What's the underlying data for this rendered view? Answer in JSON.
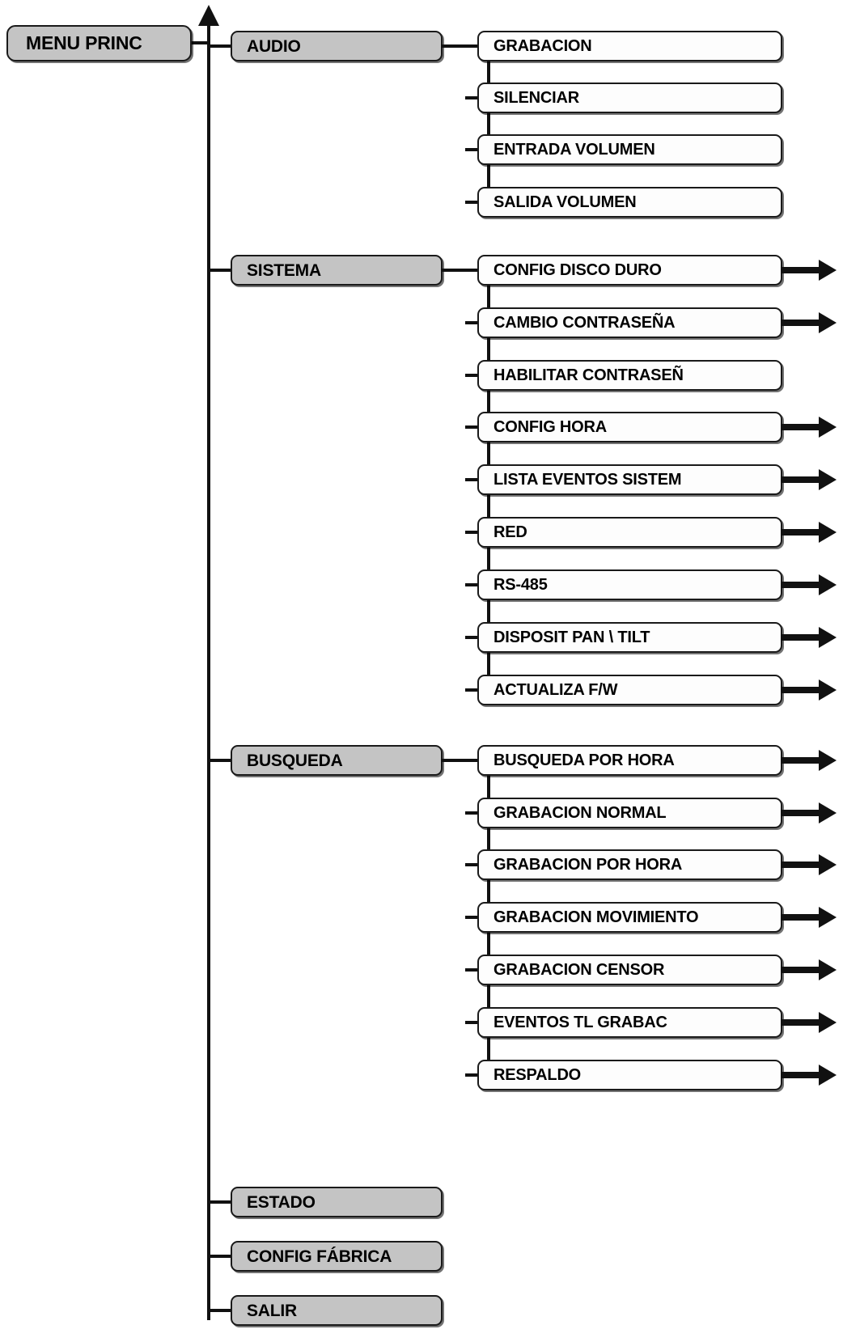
{
  "diagram": {
    "title": "MENU PRINC",
    "root": {
      "label": "MENU PRINC"
    },
    "sections": [
      {
        "label": "AUDIO",
        "items": [
          {
            "label": "GRABACION",
            "arrow": false
          },
          {
            "label": "SILENCIAR",
            "arrow": false
          },
          {
            "label": "ENTRADA VOLUMEN",
            "arrow": false
          },
          {
            "label": "SALIDA VOLUMEN",
            "arrow": false
          }
        ]
      },
      {
        "label": "SISTEMA",
        "items": [
          {
            "label": "CONFIG DISCO DURO",
            "arrow": true
          },
          {
            "label": "CAMBIO CONTRASEÑA",
            "arrow": true
          },
          {
            "label": "HABILITAR CONTRASEÑ",
            "arrow": false
          },
          {
            "label": "CONFIG HORA",
            "arrow": true
          },
          {
            "label": "LISTA EVENTOS SISTEM",
            "arrow": true
          },
          {
            "label": "RED",
            "arrow": true
          },
          {
            "label": "RS-485",
            "arrow": true
          },
          {
            "label": "DISPOSIT PAN \\ TILT",
            "arrow": true
          },
          {
            "label": "ACTUALIZA F/W",
            "arrow": true
          }
        ]
      },
      {
        "label": "BUSQUEDA",
        "items": [
          {
            "label": "BUSQUEDA POR HORA",
            "arrow": true
          },
          {
            "label": "GRABACION NORMAL",
            "arrow": true
          },
          {
            "label": "GRABACION POR HORA",
            "arrow": true
          },
          {
            "label": "GRABACION MOVIMIENTO",
            "arrow": true
          },
          {
            "label": "GRABACION CENSOR",
            "arrow": true
          },
          {
            "label": "EVENTOS TL GRABAC",
            "arrow": true
          },
          {
            "label": "RESPALDO",
            "arrow": true
          }
        ]
      },
      {
        "label": "ESTADO",
        "items": []
      },
      {
        "label": "CONFIG FÁBRICA",
        "items": []
      },
      {
        "label": "SALIR",
        "items": []
      }
    ],
    "colors": {
      "section_fill": "#c4c4c4",
      "leaf_fill": "#fdfdfd",
      "line": "#111111",
      "text": "#000000",
      "background": "#ffffff"
    },
    "icons": {
      "trunk_arrow": "arrow-up-icon",
      "submenu_arrow": "arrow-right-icon"
    }
  }
}
